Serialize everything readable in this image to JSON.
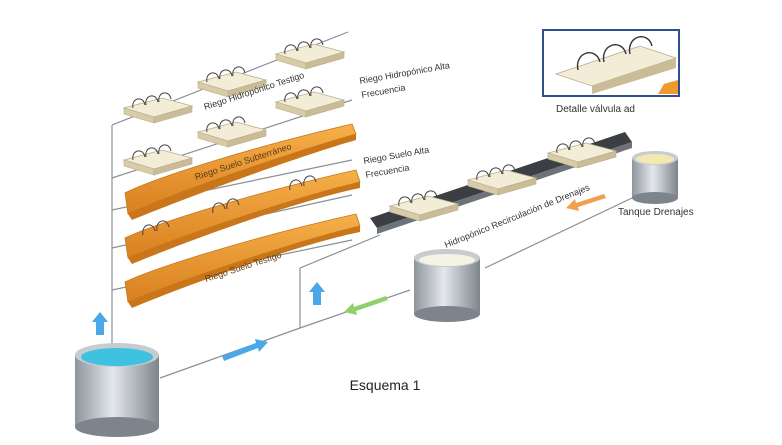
{
  "labels": {
    "hydro_testigo": "Riego Hidropónico Testigo",
    "hydro_alta_line1": "Riego Hidropónico Alta",
    "hydro_alta_line2": "Frecuencia",
    "suelo_subterraneo": "Riego Suelo Subterráneo",
    "suelo_alta_line1": "Riego Suelo Alta",
    "suelo_alta_line2": "Frecuencia",
    "suelo_testigo": "Riego Suelo Testigo",
    "recirculacion": "Hidropónico Recirculación de Drenajes",
    "tanque_drenajes": "Tanque Drenajes",
    "detalle_valvula": "Detalle válvula ad"
  },
  "caption": "Esquema 1",
  "colors": {
    "soil_bed": "#ee9a2c",
    "soil_bed_dark": "#c9761a",
    "hydro_tray": "#ece3c8",
    "pipe": "#8a8f96",
    "water": "#3fc2e0",
    "arrow_blue": "#4aa7e8",
    "arrow_green": "#8fd06a",
    "arrow_orange": "#f0a050",
    "detail_frame": "#2f4f8f"
  }
}
